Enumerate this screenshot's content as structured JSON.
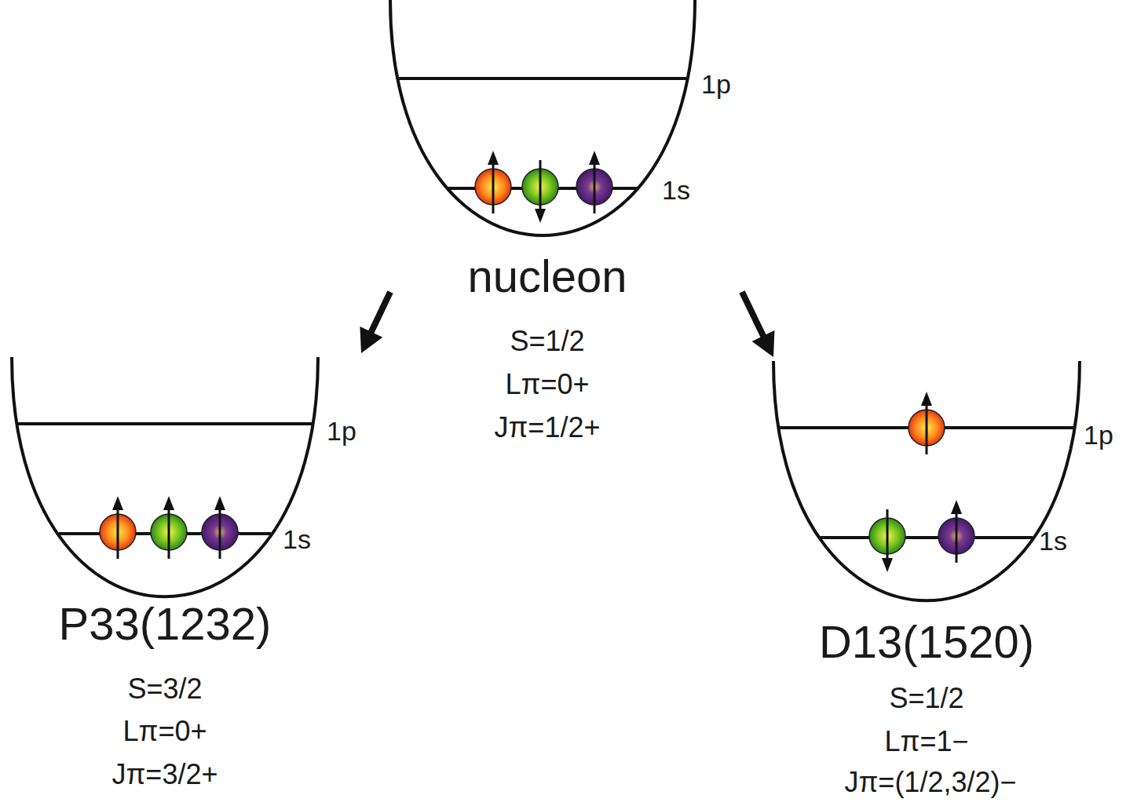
{
  "diagram": {
    "nodes": [
      {
        "text": [
          "1p",
          "1s",
          "nucleon",
          "S=1/2",
          "Lπ=0+",
          "Jπ=1/2+"
        ]
      },
      {
        "text": [
          "1p",
          "1s",
          "P33(1232)",
          "S=3/2",
          "Lπ=0+",
          "Jπ=3/2+"
        ]
      },
      {
        "text": [
          "1p",
          "1s",
          "D13(1520)",
          "S=1/2",
          "Lπ=1−",
          "Jπ=(1/2,3/2)−"
        ]
      }
    ],
    "edges": [
      {
        "from": 0,
        "to": 1,
        "arrow": "to"
      },
      {
        "from": 0,
        "to": 2,
        "arrow": "to"
      }
    ]
  }
}
